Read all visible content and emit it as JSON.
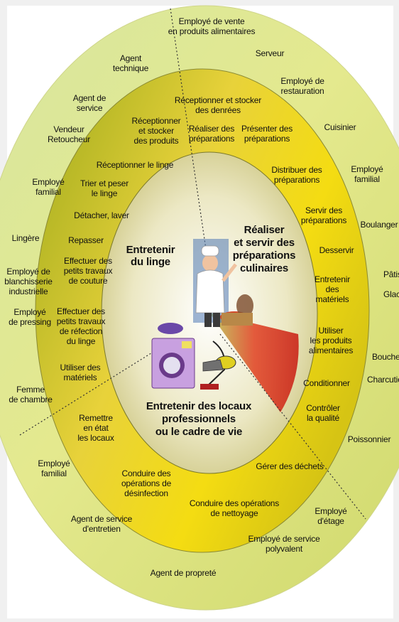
{
  "diagram": {
    "centers": [
      {
        "id": "linge",
        "lines": [
          "Entretenir",
          "du linge"
        ]
      },
      {
        "id": "culinaires",
        "lines": [
          "Réaliser",
          "et servir des",
          "préparations",
          "culinaires"
        ]
      },
      {
        "id": "locaux",
        "lines": [
          "Entretenir des locaux",
          "professionnels",
          "ou le cadre de vie"
        ]
      }
    ],
    "activities": [
      {
        "id": "receptionner-stocker-denrees",
        "lines": [
          "Réceptionner et stocker",
          "des denrées"
        ]
      },
      {
        "id": "realiser-preparations",
        "lines": [
          "Réaliser des",
          "préparations"
        ]
      },
      {
        "id": "presenter-preparations",
        "lines": [
          "Présenter des",
          "préparations"
        ]
      },
      {
        "id": "distribuer-preparations",
        "lines": [
          "Distribuer des",
          "préparations"
        ]
      },
      {
        "id": "servir-preparations",
        "lines": [
          "Servir des",
          "préparations"
        ]
      },
      {
        "id": "desservir",
        "lines": [
          "Desservir"
        ]
      },
      {
        "id": "entretenir-materiels",
        "lines": [
          "Entretenir",
          "des",
          "matériels"
        ]
      },
      {
        "id": "utiliser-produits-alimentaires",
        "lines": [
          "Utiliser",
          "les produits",
          "alimentaires"
        ]
      },
      {
        "id": "conditionner",
        "lines": [
          "Conditionner"
        ]
      },
      {
        "id": "controler-qualite",
        "lines": [
          "Contrôler",
          "la qualité"
        ]
      },
      {
        "id": "gerer-dechets",
        "lines": [
          "Gérer des déchets"
        ]
      },
      {
        "id": "conduire-nettoyage",
        "lines": [
          "Conduire des opérations",
          "de nettoyage"
        ]
      },
      {
        "id": "conduire-desinfection",
        "lines": [
          "Conduire des",
          "opérations de",
          "désinfection"
        ]
      },
      {
        "id": "remettre-locaux",
        "lines": [
          "Remettre",
          "en état",
          "les locaux"
        ]
      },
      {
        "id": "utiliser-materiels",
        "lines": [
          "Utiliser des",
          "matériels"
        ]
      },
      {
        "id": "effectuer-refection",
        "lines": [
          "Effectuer des",
          "petits travaux",
          "de réfection",
          "du linge"
        ]
      },
      {
        "id": "effectuer-couture",
        "lines": [
          "Effectuer des",
          "petits travaux",
          "de couture"
        ]
      },
      {
        "id": "repasser",
        "lines": [
          "Repasser"
        ]
      },
      {
        "id": "detacher-laver",
        "lines": [
          "Détacher, laver"
        ]
      },
      {
        "id": "trier-peser",
        "lines": [
          "Trier et peser",
          "le linge"
        ]
      },
      {
        "id": "receptionner-linge",
        "lines": [
          "Réceptionner le linge"
        ]
      },
      {
        "id": "receptionner-stocker-produits",
        "lines": [
          "Réceptionner",
          "et stocker",
          "des produits"
        ]
      }
    ],
    "jobs": [
      {
        "id": "employe-vente",
        "lines": [
          "Employé de vente",
          "en produits alimentaires"
        ]
      },
      {
        "id": "serveur",
        "lines": [
          "Serveur"
        ]
      },
      {
        "id": "employe-restauration",
        "lines": [
          "Employé de",
          "restauration"
        ]
      },
      {
        "id": "cuisinier",
        "lines": [
          "Cuisinier"
        ]
      },
      {
        "id": "employe-familial-right",
        "lines": [
          "Employé",
          "familial"
        ]
      },
      {
        "id": "boulanger",
        "lines": [
          "Boulanger"
        ]
      },
      {
        "id": "patissier",
        "lines": [
          "Pâtissier"
        ]
      },
      {
        "id": "glacier",
        "lines": [
          "Glacier"
        ]
      },
      {
        "id": "boucher",
        "lines": [
          "Boucher"
        ]
      },
      {
        "id": "charcutier",
        "lines": [
          "Charcutier"
        ]
      },
      {
        "id": "poissonnier",
        "lines": [
          "Poissonnier"
        ]
      },
      {
        "id": "employe-etage",
        "lines": [
          "Employé",
          "d'étage"
        ]
      },
      {
        "id": "employe-service-polyvalent",
        "lines": [
          "Employé de service",
          "polyvalent"
        ]
      },
      {
        "id": "agent-proprete",
        "lines": [
          "Agent de propreté"
        ]
      },
      {
        "id": "agent-service-entretien",
        "lines": [
          "Agent de service",
          "d'entretien"
        ]
      },
      {
        "id": "employe-familial-bottom",
        "lines": [
          "Employé",
          "familial"
        ]
      },
      {
        "id": "femme-chambre",
        "lines": [
          "Femme",
          "de chambre"
        ]
      },
      {
        "id": "employe-pressing",
        "lines": [
          "Employé",
          "de pressing"
        ]
      },
      {
        "id": "employe-blanchisserie",
        "lines": [
          "Employé de",
          "blanchisserie",
          "industrielle"
        ]
      },
      {
        "id": "lingere",
        "lines": [
          "Lingère"
        ]
      },
      {
        "id": "employe-familial-left",
        "lines": [
          "Employé",
          "familial"
        ]
      },
      {
        "id": "vendeur-retoucheur",
        "lines": [
          "Vendeur",
          "Retoucheur"
        ]
      },
      {
        "id": "agent-service",
        "lines": [
          "Agent de",
          "service"
        ]
      },
      {
        "id": "agent-technique",
        "lines": [
          "Agent",
          "technique"
        ]
      }
    ]
  }
}
